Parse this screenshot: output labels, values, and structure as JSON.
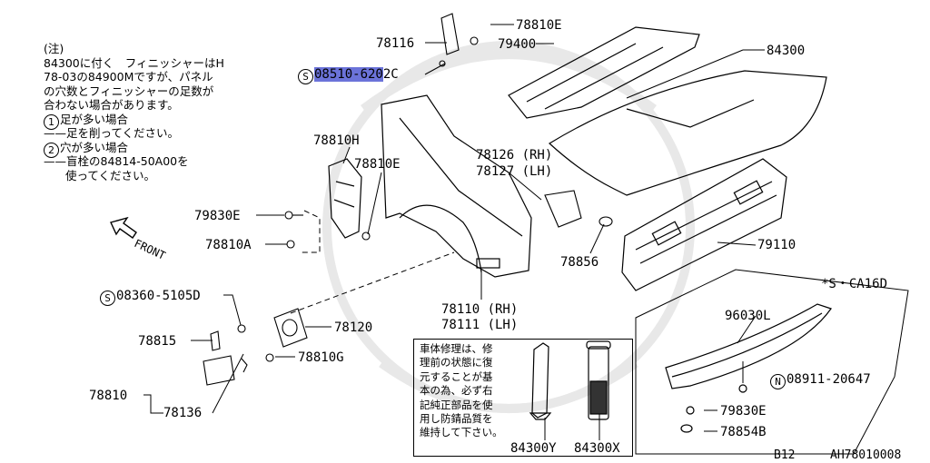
{
  "note": {
    "heading": "(注)",
    "lines": [
      "84300に付く　フィニッシャーはH",
      "78-03の84900Mですが、パネル",
      "の穴数とフィニッシャーの足数が",
      "合わない場合があります。"
    ],
    "item1_num": "1",
    "item1_text": "足が多い場合",
    "item1_sub": "——足を削ってください。",
    "item2_num": "2",
    "item2_text": "穴が多い場合",
    "item2_sub": "——盲栓の84814-50A00を",
    "item2_sub2": "使ってください。"
  },
  "front_label": "FRONT",
  "parts": {
    "p78116": "78116",
    "p78810E_top": "78810E",
    "p79400": "79400",
    "p84300": "84300",
    "s08510_prefix": "S",
    "s08510_hl": "08510-620",
    "s08510_rest": "2C",
    "p78810H": "78810H",
    "p78810E_mid": "78810E",
    "p78126": "78126 (RH)",
    "p78127": "78127 (LH)",
    "p79830E_left": "79830E",
    "p78810A": "78810A",
    "p78856": "78856",
    "p79110": "79110",
    "s08360_prefix": "S",
    "s08360": "08360-5105D",
    "p78120": "78120",
    "p78110": "78110 (RH)",
    "p78111": "78111 (LH)",
    "p78815": "78815",
    "p78810G": "78810G",
    "p78810": "78810",
    "p78136": "78136",
    "star_ca16d": "*S・CA16D",
    "p96030L": "96030L",
    "n08911_prefix": "N",
    "n08911": "08911-20647",
    "p79830E_right": "79830E",
    "p78854B": "78854B",
    "p84300Y": "84300Y",
    "p84300X": "84300X"
  },
  "repair_note": [
    "車体修理は、修",
    "理前の状態に復",
    "元することが基",
    "本の為、必ず右",
    "記純正部品を使",
    "用し防錆品質を",
    "維持して下さい。"
  ],
  "footer": {
    "code": "B12",
    "ref": "AH78010008"
  }
}
